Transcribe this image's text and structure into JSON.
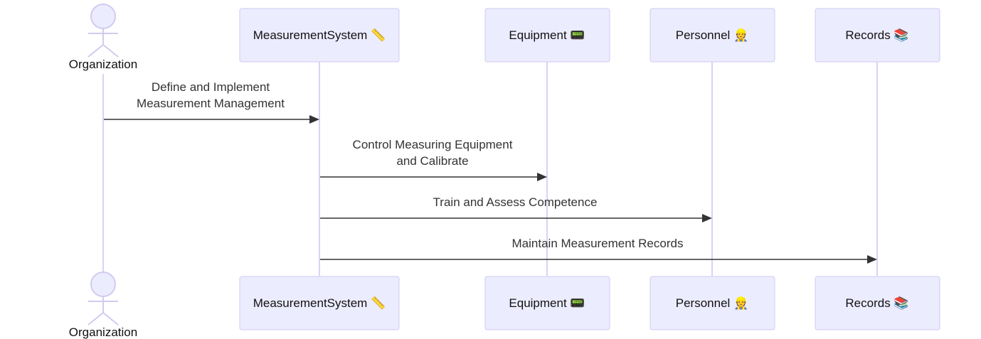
{
  "actor": {
    "label": "Organization"
  },
  "participants": [
    {
      "id": "measurement",
      "label": "MeasurementSystem 📏"
    },
    {
      "id": "equipment",
      "label": "Equipment 📟"
    },
    {
      "id": "personnel",
      "label": "Personnel 👷"
    },
    {
      "id": "records",
      "label": "Records 📚"
    }
  ],
  "messages": [
    {
      "from": "actor",
      "to": "measurement",
      "lines": [
        "Define and Implement",
        "Measurement Management"
      ]
    },
    {
      "from": "measurement",
      "to": "equipment",
      "lines": [
        "Control Measuring Equipment",
        "and Calibrate"
      ]
    },
    {
      "from": "measurement",
      "to": "personnel",
      "lines": [
        "Train and Assess Competence"
      ]
    },
    {
      "from": "measurement",
      "to": "records",
      "lines": [
        "Maintain Measurement Records"
      ]
    }
  ],
  "colors": {
    "participant_fill": "#ECECFF",
    "participant_stroke": "#D1CAF0",
    "lifeline": "#D9D2F5",
    "message": "#333333"
  }
}
